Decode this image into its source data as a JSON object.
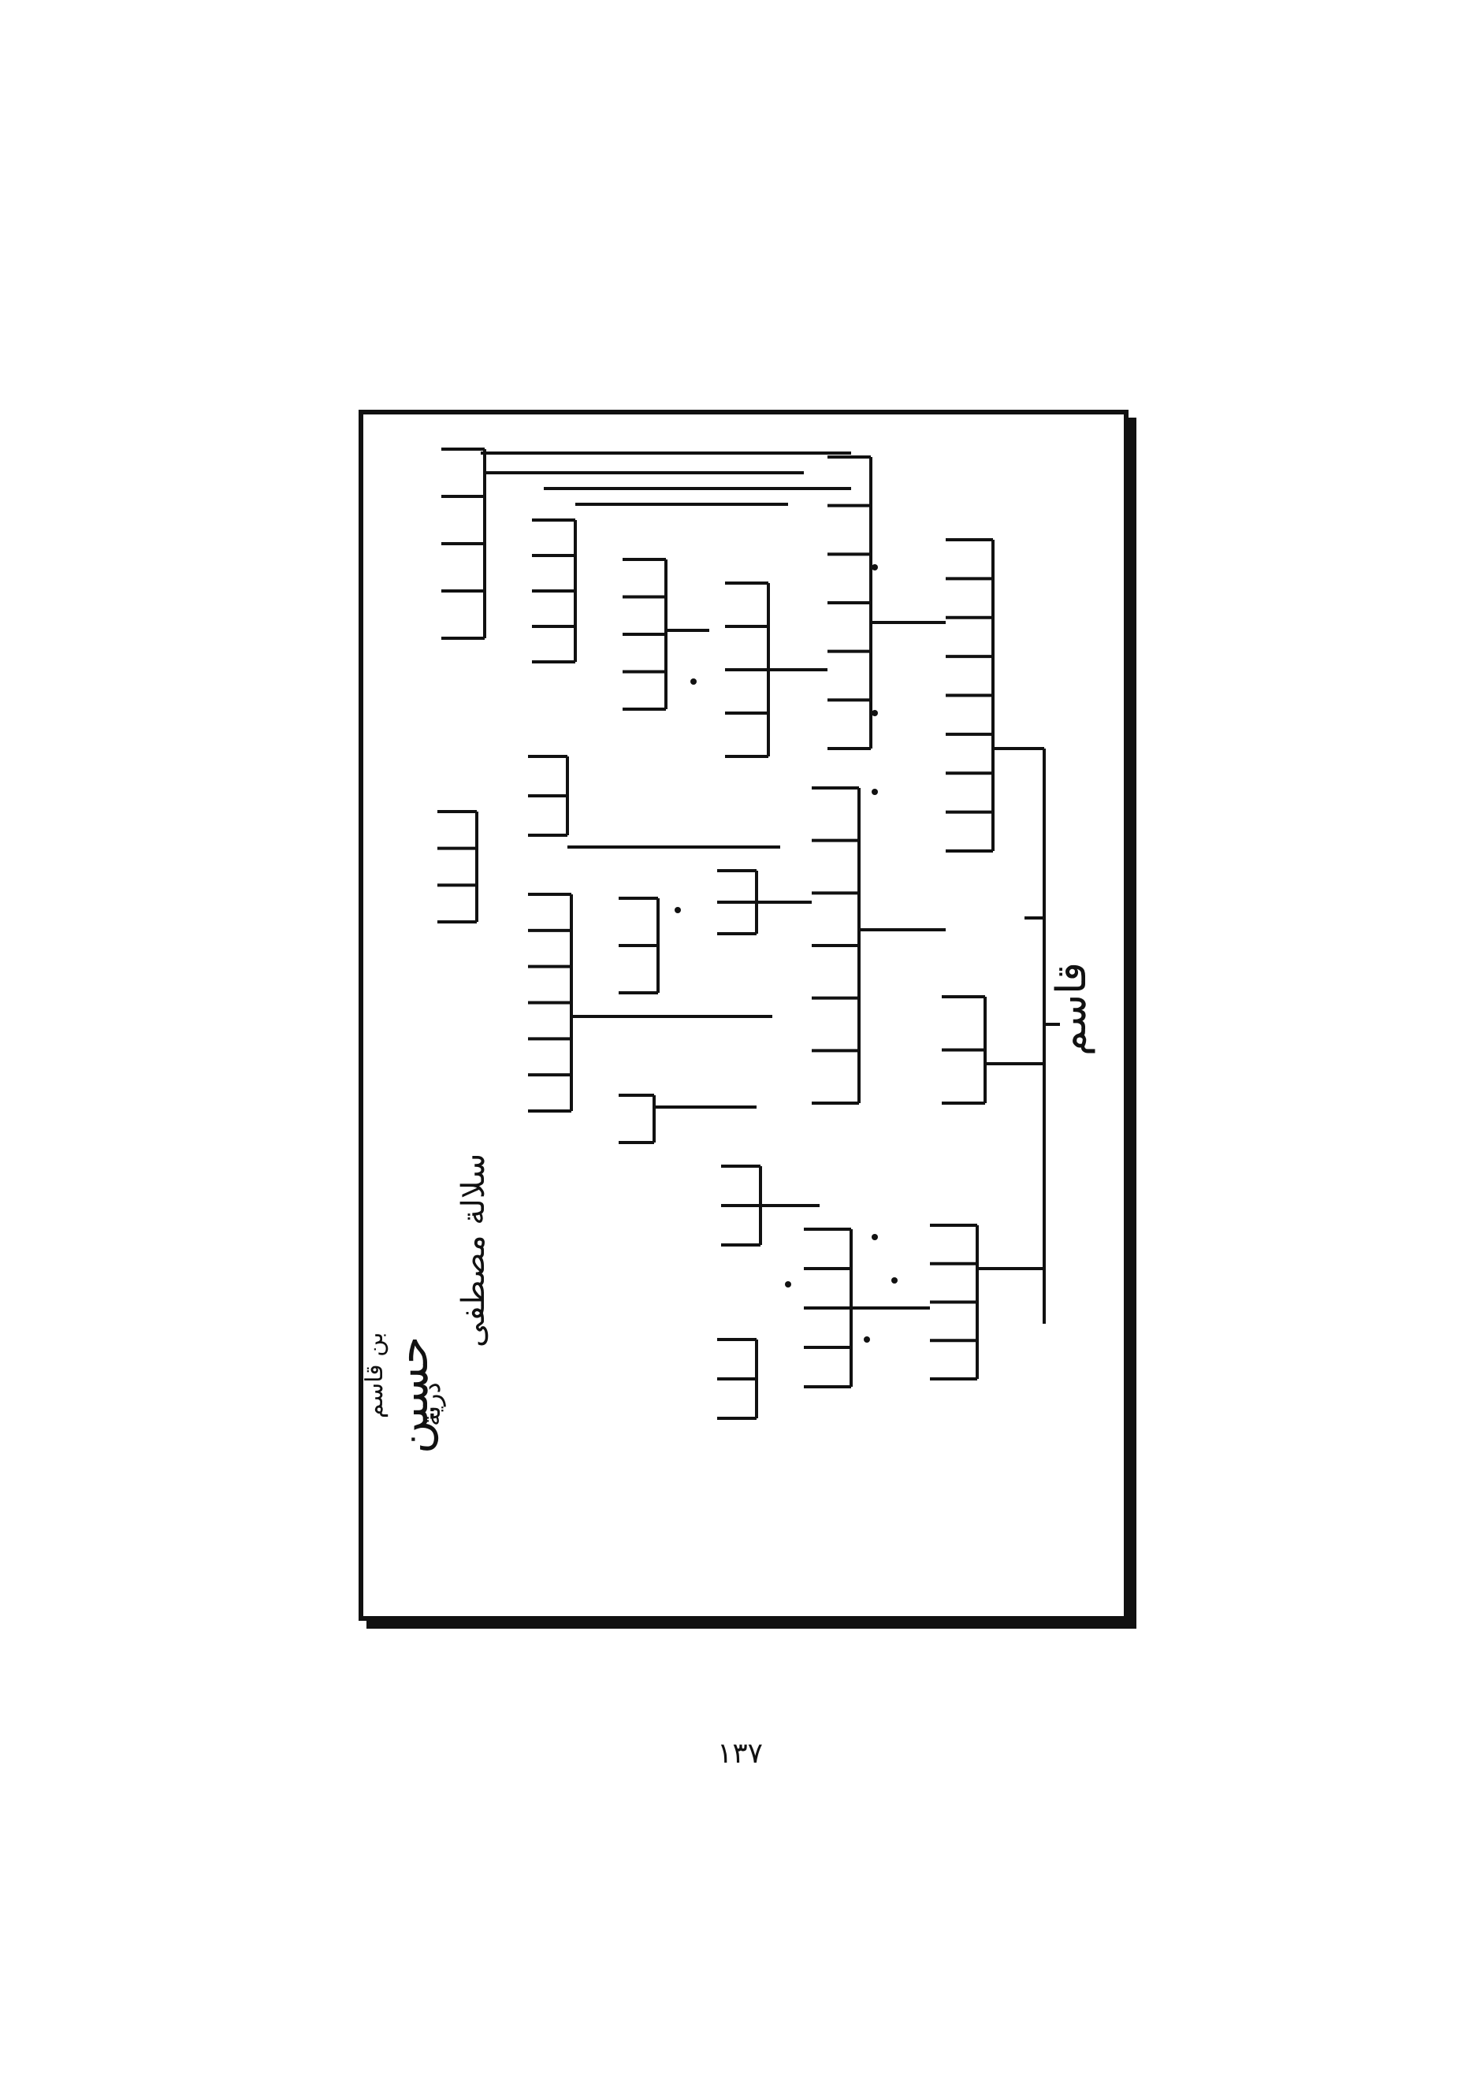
{
  "diagram": {
    "root_name": "قاسم",
    "title": {
      "line1": "سلالة مصطفى",
      "line2": "حسين",
      "line3": "ذرية",
      "line4": "بن قاسم"
    }
  },
  "page_number": "١٣٧"
}
